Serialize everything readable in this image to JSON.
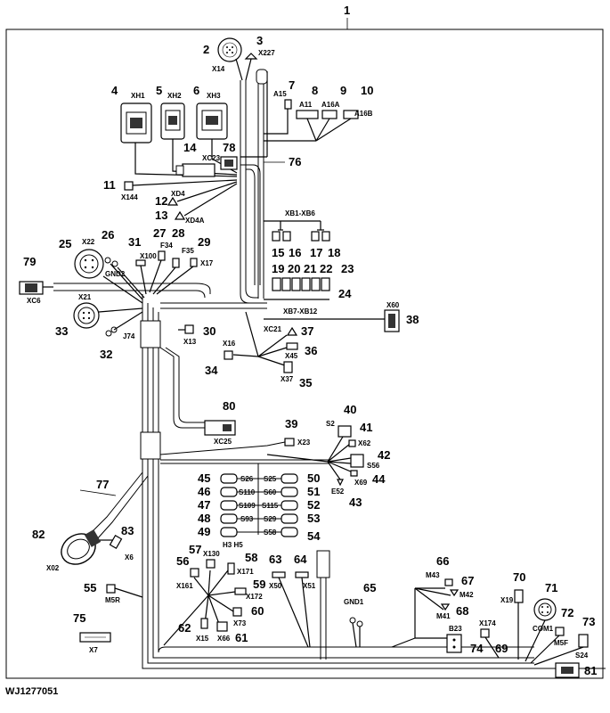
{
  "figure_id": "WJ1277051",
  "callouts": {
    "c1": "1",
    "c2": "2",
    "c3": "3",
    "c4": "4",
    "c5": "5",
    "c6": "6",
    "c7": "7",
    "c8": "8",
    "c9": "9",
    "c10": "10",
    "c11": "11",
    "c12": "12",
    "c13": "13",
    "c14": "14",
    "c15": "15",
    "c16": "16",
    "c17": "17",
    "c18": "18",
    "c19": "19",
    "c20": "20",
    "c21": "21",
    "c22": "22",
    "c23": "23",
    "c24": "24",
    "c25": "25",
    "c26": "26",
    "c27": "27",
    "c28": "28",
    "c29": "29",
    "c30": "30",
    "c31": "31",
    "c32": "32",
    "c33": "33",
    "c34": "34",
    "c35": "35",
    "c36": "36",
    "c37": "37",
    "c38": "38",
    "c39": "39",
    "c40": "40",
    "c41": "41",
    "c42": "42",
    "c43": "43",
    "c44": "44",
    "c45": "45",
    "c46": "46",
    "c47": "47",
    "c48": "48",
    "c49": "49",
    "c50": "50",
    "c51": "51",
    "c52": "52",
    "c53": "53",
    "c54": "54",
    "c55": "55",
    "c56": "56",
    "c57": "57",
    "c58": "58",
    "c59": "59",
    "c60": "60",
    "c61": "61",
    "c62": "62",
    "c63": "63",
    "c64": "64",
    "c65": "65",
    "c66": "66",
    "c67": "67",
    "c68": "68",
    "c69": "69",
    "c70": "70",
    "c71": "71",
    "c72": "72",
    "c73": "73",
    "c74": "74",
    "c75": "75",
    "c76": "76",
    "c77": "77",
    "c78": "78",
    "c79": "79",
    "c80": "80",
    "c81": "81",
    "c82": "82",
    "c83": "83"
  },
  "labels": {
    "X14": "X14",
    "X227": "X227",
    "XH1": "XH1",
    "XH2": "XH2",
    "XH3": "XH3",
    "A15": "A15",
    "A11": "A11",
    "A16A": "A16A",
    "A16B": "A16B",
    "XC23": "XC23",
    "X144": "X144",
    "XD4": "XD4",
    "XD4A": "XD4A",
    "XB1_XB6": "XB1-XB6",
    "XB7_XB12": "XB7-XB12",
    "X22": "X22",
    "GND2": "GND2",
    "X100": "X100",
    "F34": "F34",
    "F35": "F35",
    "X17": "X17",
    "XC6": "XC6",
    "X21": "X21",
    "J74": "J74",
    "X13": "X13",
    "X60": "X60",
    "XC21": "XC21",
    "X16": "X16",
    "X45": "X45",
    "X37": "X37",
    "XC25": "XC25",
    "X23": "X23",
    "S2": "S2",
    "X62": "X62",
    "S56": "S56",
    "X69": "X69",
    "E52": "E52",
    "S26": "S26",
    "S110": "S110",
    "S109": "S109",
    "S93": "S93",
    "S25": "S25",
    "S60": "S60",
    "S115": "S115",
    "S29": "S29",
    "S58": "S58",
    "H3H5": "H3  H5",
    "X02": "X02",
    "X6": "X6",
    "X130": "X130",
    "X161": "X161",
    "X171": "X171",
    "X172": "X172",
    "X73": "X73",
    "X15": "X15",
    "X66": "X66",
    "X50": "X50",
    "X51": "X51",
    "GND1": "GND1",
    "M43": "M43",
    "M42": "M42",
    "M41": "M41",
    "X19": "X19",
    "COM1": "COM1",
    "B23": "B23",
    "X174": "X174",
    "M5F": "M5F",
    "S24": "S24",
    "M5R": "M5R",
    "X7": "X7"
  }
}
